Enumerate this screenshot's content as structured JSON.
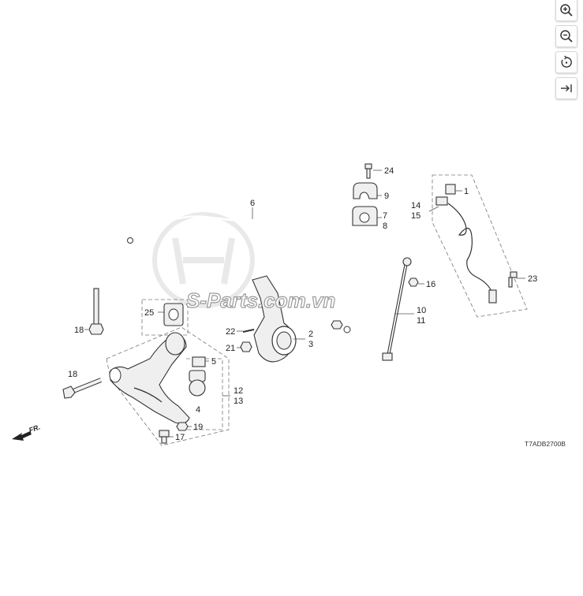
{
  "toolbar": {
    "buttons": [
      {
        "name": "zoom-in-button",
        "icon": "zoom-in-icon"
      },
      {
        "name": "zoom-out-button",
        "icon": "zoom-out-icon"
      },
      {
        "name": "reset-button",
        "icon": "reset-rotate-icon"
      },
      {
        "name": "fit-button",
        "icon": "arrow-to-right-icon"
      }
    ]
  },
  "diagram": {
    "watermark": "S-Parts.com.vn",
    "code": "T7ADB2700B",
    "direction": "FR.",
    "callouts": {
      "c1": "1",
      "c2": "2",
      "c3": "3",
      "c4": "4",
      "c5": "5",
      "c6": "6",
      "c7": "7",
      "c8": "8",
      "c9": "9",
      "c10": "10",
      "c11": "11",
      "c12": "12",
      "c13": "13",
      "c14": "14",
      "c15": "15",
      "c16": "16",
      "c17": "17",
      "c18a": "18",
      "c18b": "18",
      "c19": "19",
      "c21": "21",
      "c22": "22",
      "c23": "23",
      "c24": "24",
      "c25": "25"
    }
  }
}
